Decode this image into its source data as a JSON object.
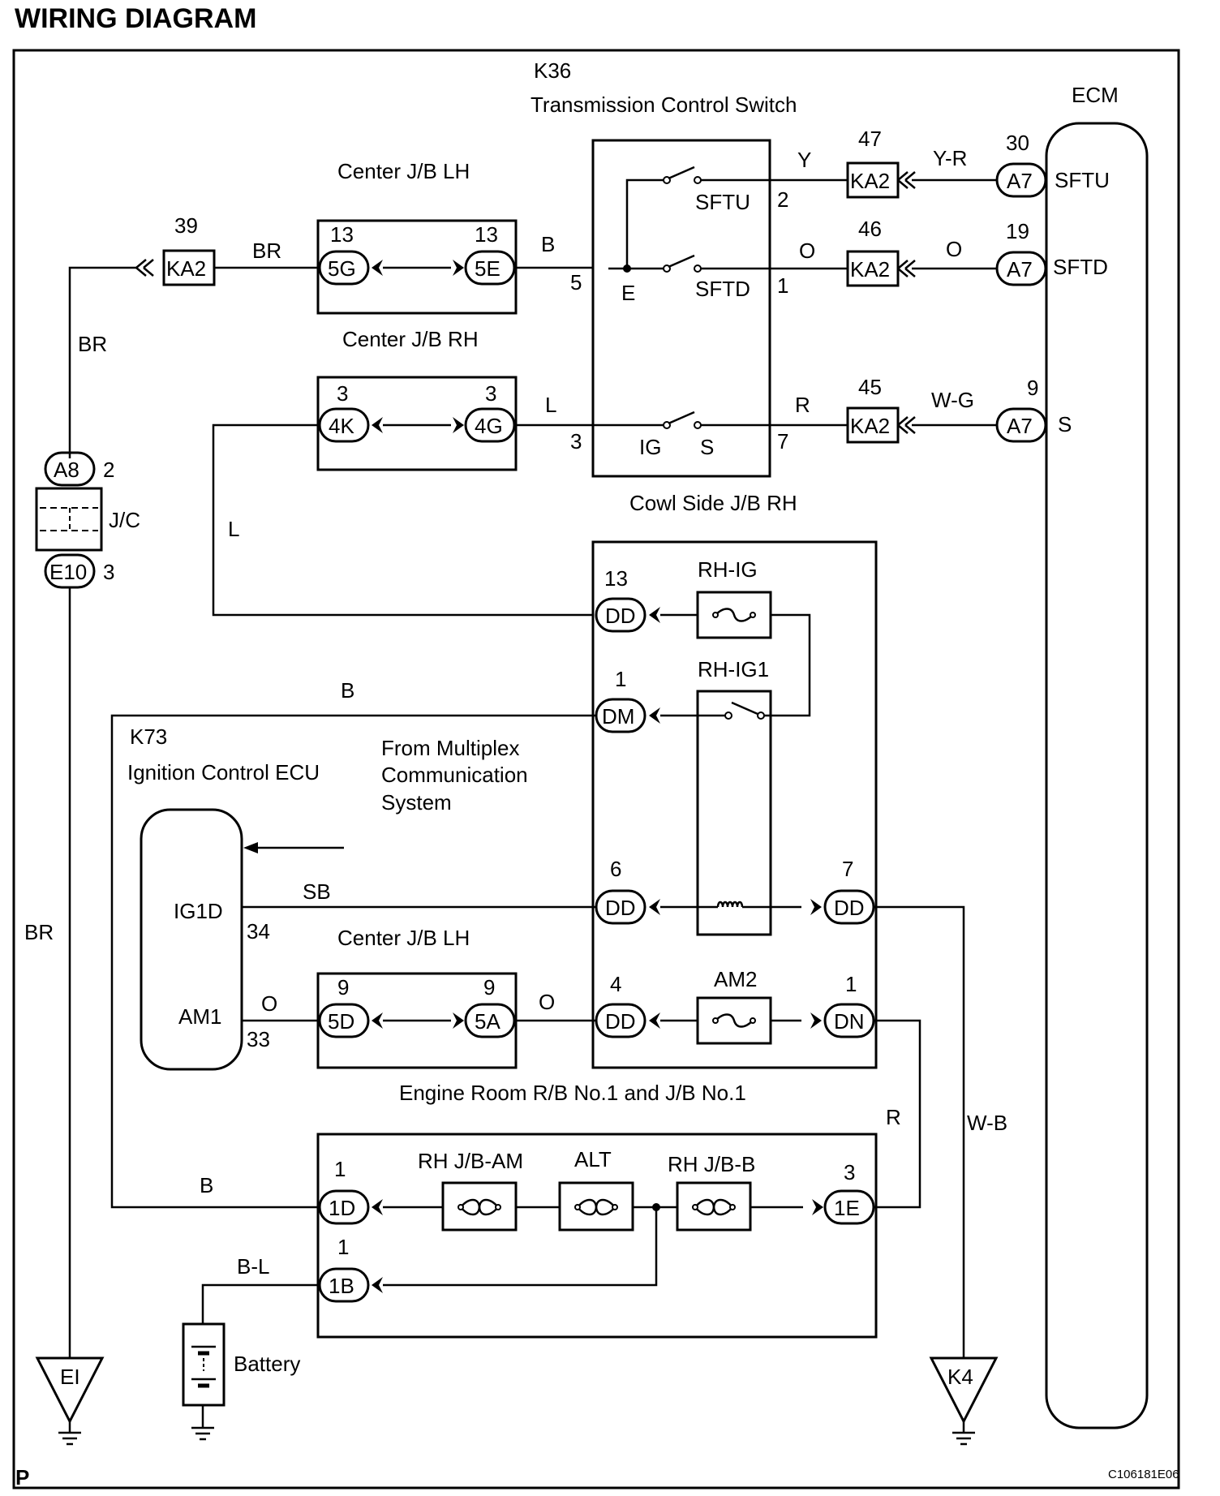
{
  "title": "WIRING DIAGRAM",
  "footer": {
    "left": "P",
    "code": "C106181E06"
  },
  "components": {
    "k36_code": "K36",
    "k36_name": "Transmission Control Switch",
    "ecm": "ECM",
    "k73_code": "K73",
    "k73_name": "Ignition Control ECU",
    "from_multiplex": [
      "From Multiplex",
      "Communication",
      "System"
    ],
    "center_jb_lh_top": "Center J/B LH",
    "center_jb_rh": "Center J/B RH",
    "cowl_side_jb_rh": "Cowl Side J/B RH",
    "center_jb_lh_bottom": "Center J/B LH",
    "engine_room": "Engine Room R/B No.1 and J/B No.1",
    "jc": "J/C",
    "battery": "Battery"
  },
  "relays_fuses": {
    "rh_ig": "RH-IG",
    "rh_ig1": "RH-IG1",
    "am2": "AM2",
    "rh_jb_am": "RH J/B-AM",
    "alt": "ALT",
    "rh_jb_b": "RH J/B-B"
  },
  "switch_terminals": {
    "sftu": "SFTU",
    "sftd": "SFTD",
    "e": "E",
    "ig": "IG",
    "s": "S"
  },
  "ecm_terminals": {
    "sftu": "SFTU",
    "sftd": "SFTD",
    "s": "S"
  },
  "ecu_terminals": {
    "ig1d": "IG1D",
    "am1": "AM1"
  },
  "connectors": {
    "ka2_39": "KA2",
    "ka2_47": "KA2",
    "ka2_46": "KA2",
    "ka2_45": "KA2",
    "a7_30": "A7",
    "a7_19": "A7",
    "a7_9": "A7",
    "c5g": "5G",
    "c5e": "5E",
    "c4k": "4K",
    "c4g": "4G",
    "c5d": "5D",
    "c5a": "5A",
    "dd13": "DD",
    "dm1": "DM",
    "dd6": "DD",
    "dd7": "DD",
    "dd4": "DD",
    "dn1": "DN",
    "c1d": "1D",
    "c1e": "1E",
    "c1b": "1B",
    "a8": "A8",
    "e10": "E10",
    "ground_ei": "EI",
    "ground_k4": "K4"
  },
  "pins": {
    "ka2_39": "39",
    "c5g": "13",
    "c5e": "13",
    "c4k": "3",
    "c4g": "3",
    "sw_2": "2",
    "sw_5": "5",
    "sw_1": "1",
    "sw_3": "3",
    "sw_7": "7",
    "ka2_47": "47",
    "ka2_46": "46",
    "ka2_45": "45",
    "a7_30": "30",
    "a7_19": "19",
    "a7_9": "9",
    "a8": "2",
    "e10": "3",
    "dd13": "13",
    "dm1": "1",
    "dd6": "6",
    "dd7": "7",
    "dd4": "4",
    "dn1": "1",
    "ecu_34": "34",
    "ecu_33": "33",
    "c5d": "9",
    "c5a": "9",
    "c1d": "1",
    "c1e": "3",
    "c1b": "1"
  },
  "wire_colors": {
    "br_top": "BR",
    "br_left": "BR",
    "br_low": "BR",
    "b_sw": "B",
    "y": "Y",
    "yr": "Y-R",
    "o_sftd": "O",
    "o_ecm": "O",
    "l_sw": "L",
    "r_sw": "R",
    "wg": "W-G",
    "l_left": "L",
    "b_dm": "B",
    "sb": "SB",
    "o_am1": "O",
    "o_5a": "O",
    "r_right": "R",
    "wb": "W-B",
    "b_1d": "B",
    "bl": "B-L"
  }
}
